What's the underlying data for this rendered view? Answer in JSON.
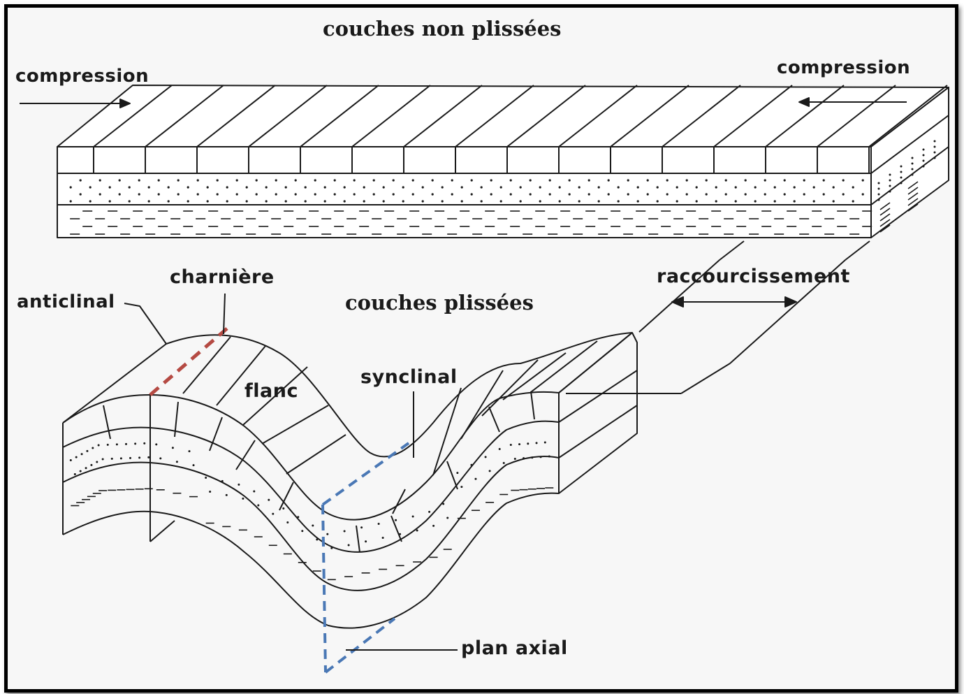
{
  "labels": {
    "top_title": "couches non plissées",
    "compression_left": "compression",
    "compression_right": "compression",
    "charniere": "charnière",
    "anticlinal": "anticlinal",
    "couches_plissees": "couches plissées",
    "raccourcissement": "raccourcissement",
    "flanc": "flanc",
    "synclinal": "synclinal",
    "plan_axial": "plan axial"
  },
  "colors": {
    "hinge_line": "#b54a43",
    "axial_plane": "#4a78b5",
    "ink": "#1a1a1a"
  }
}
